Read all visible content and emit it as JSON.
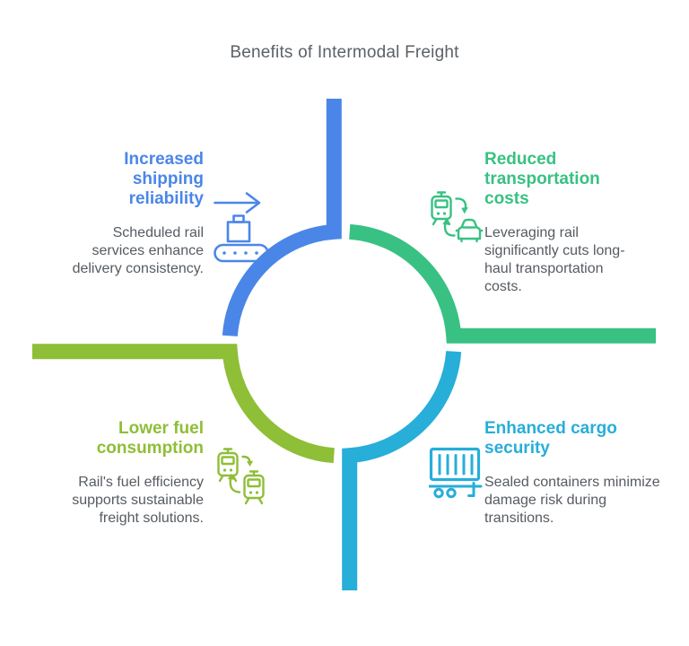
{
  "title": "Benefits of Intermodal Freight",
  "quadrants": {
    "top_left": {
      "heading": "Increased shipping reliability",
      "body": "Scheduled rail services enhance delivery consistency.",
      "icon": "conveyor-belt-arrow-icon",
      "color": "#4a86e8"
    },
    "top_right": {
      "heading": "Reduced transportation costs",
      "body": "Leveraging rail significantly cuts long-haul transportation costs.",
      "icon": "train-truck-transfer-icon",
      "color": "#38c183"
    },
    "bottom_left": {
      "heading": "Lower fuel consumption",
      "body": "Rail's fuel efficiency supports sustainable freight solutions.",
      "icon": "train-to-train-transfer-icon",
      "color": "#8fbe37"
    },
    "bottom_right": {
      "heading": "Enhanced cargo security",
      "body": "Sealed containers minimize damage risk during transitions.",
      "icon": "shipping-container-trailer-icon",
      "color": "#27aed9"
    }
  },
  "colors": {
    "blue": "#4a86e8",
    "green": "#38c183",
    "olive": "#8fbe37",
    "cyan": "#27aed9",
    "body_text": "#565b61",
    "title_text": "#5b6167"
  }
}
